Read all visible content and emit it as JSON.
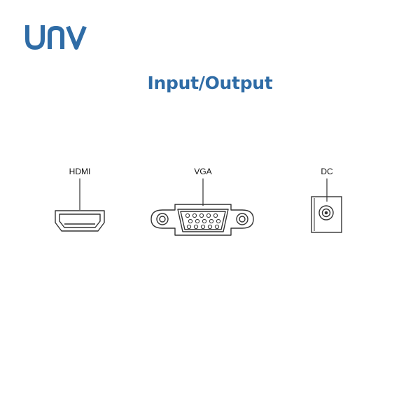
{
  "brand": {
    "logo_text": "UNV",
    "logo_color": "#2f6ca6"
  },
  "title": "Input/Output",
  "ports": [
    {
      "id": "hdmi",
      "label": "HDMI",
      "icon": "hdmi-port-icon"
    },
    {
      "id": "vga",
      "label": "VGA",
      "icon": "vga-port-icon"
    },
    {
      "id": "dc",
      "label": "DC",
      "icon": "dc-jack-icon"
    }
  ],
  "colors": {
    "title": "#2f6ca6",
    "line": "#333333"
  }
}
